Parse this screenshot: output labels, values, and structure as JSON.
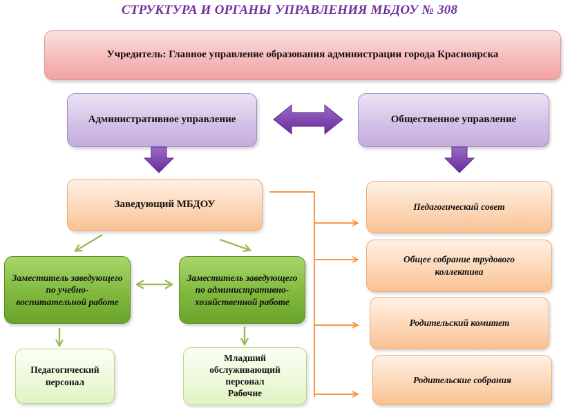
{
  "title": "СТРУКТУРА И ОРГАНЫ УПРАВЛЕНИЯ МБДОУ № 308",
  "founder": "Учредитель: Главное управление образования администрации города Красноярска",
  "admin_management": "Административное управление",
  "public_management": "Общественное управление",
  "head": "Заведующий МБДОУ",
  "deputy_edu": "Заместитель заведующего по учебно-воспитательной работе",
  "deputy_admin": "Заместитель заведующего по административно-хозяйственной работе",
  "teaching_staff": "Педагогический персонал",
  "service_staff": [
    "Младший",
    "обслуживающий",
    "персонал",
    "Рабочие"
  ],
  "public_bodies": [
    "Педагогический совет",
    "Общее собрание трудового коллектива",
    "Родительский комитет",
    "Родительские собрания"
  ],
  "colors": {
    "title": "#7030a0",
    "big_arrow": "#7030a0",
    "orange_connector": "#f79646",
    "green_arrow": "#9bbb59"
  }
}
